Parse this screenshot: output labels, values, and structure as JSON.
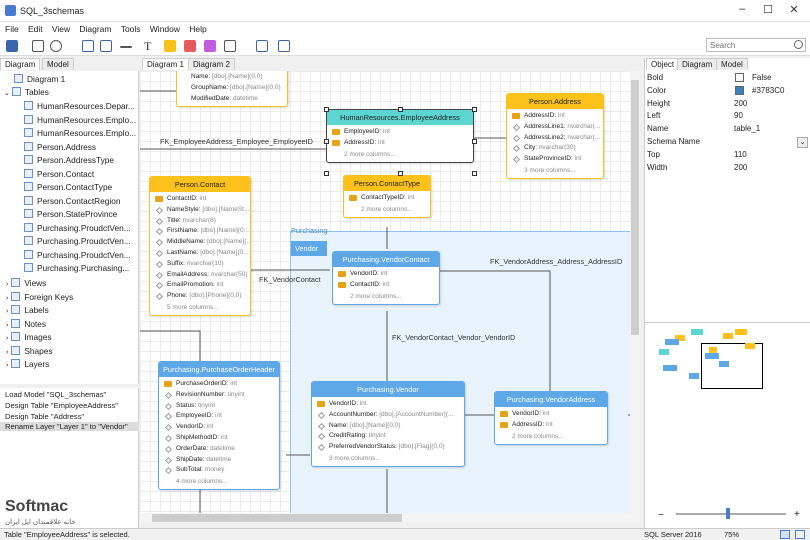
{
  "window": {
    "title": "SQL_3schemas"
  },
  "menu": [
    "File",
    "Edit",
    "View",
    "Diagram",
    "Tools",
    "Window",
    "Help"
  ],
  "search": {
    "placeholder": "Search"
  },
  "left_tabs": [
    "Diagram",
    "Model"
  ],
  "tree": {
    "diagram1": "Diagram 1",
    "tables": "Tables",
    "table_items": [
      "HumanResources.Depar...",
      "HumanResources.Emplo...",
      "HumanResources.Emplo...",
      "Person.Address",
      "Person.AddressType",
      "Person.Contact",
      "Person.ContactType",
      "Person.ContactRegion",
      "Person.StateProvince",
      "Purchasing.ProudctVen...",
      "Purchasing.ProudctVen...",
      "Purchasing.ProudctVen...",
      "Purchasing.Purchasing..."
    ],
    "groups": [
      "Views",
      "Foreign Keys",
      "Labels",
      "Notes",
      "Images",
      "Shapes",
      "Layers"
    ]
  },
  "log": [
    "Load Model \"SQL_3schemas\"",
    "Design Table \"EmployeeAddress\"",
    "Design Table \"Address\"",
    "Rename Layer \"Layer 1\" to \"Vendor\""
  ],
  "brand": {
    "name": "Softmac",
    "tagline": "خانه علاقمندان اپل ایران"
  },
  "center_tabs": [
    "Diagram 1",
    "Diagram 2"
  ],
  "canvas": {
    "top_partial": [
      {
        "n": "Name:",
        "t": "[dbo].[Name](0,0)"
      },
      {
        "n": "GroupName:",
        "t": "[dbo].[Name](0,0)"
      },
      {
        "n": "ModifiedDate:",
        "t": "datetime"
      }
    ],
    "group_purchasing": "Purchasing",
    "layer_vendor": "Vendor",
    "labels": {
      "fk1": "FK_EmployeeAddress_Employee_EmployeeID",
      "fk2": "FK_VendorAddress_Address_AddressID",
      "fk3": "FK_VendorContact",
      "fk4": "FK_VendorContact_Vendor_VendorID"
    },
    "entities": {
      "emp_addr": {
        "title": "HumanResources.EmployeeAddress",
        "rows": [
          {
            "n": "EmployeeID:",
            "t": "int"
          },
          {
            "n": "AddressID:",
            "t": "int"
          }
        ],
        "more": "2 more columns..."
      },
      "address": {
        "title": "Person.Address",
        "rows": [
          {
            "n": "AddressID:",
            "t": "int"
          },
          {
            "n": "AddressLine1:",
            "t": "nvarchar(..."
          },
          {
            "n": "AddressLine2:",
            "t": "nvarchar(..."
          },
          {
            "n": "City:",
            "t": "nvarchar(30)"
          },
          {
            "n": "StateProvinceID:",
            "t": "int"
          }
        ],
        "more": "3 more columns..."
      },
      "contact": {
        "title": "Person.Contact",
        "rows": [
          {
            "n": "ContactID:",
            "t": "int"
          },
          {
            "n": "NameStyle:",
            "t": "[dbo].[NameSt..."
          },
          {
            "n": "Title:",
            "t": "nvarchar(8)"
          },
          {
            "n": "FirstName:",
            "t": "[dbo].[Name](0..."
          },
          {
            "n": "MiddleName:",
            "t": "[dbo].[Name](..."
          },
          {
            "n": "LastName:",
            "t": "[dbo].[Name](0..."
          },
          {
            "n": "Suffix:",
            "t": "nvarchar(10)"
          },
          {
            "n": "EmailAddress:",
            "t": "nvarchar(50)"
          },
          {
            "n": "EmailPromotion:",
            "t": "int"
          },
          {
            "n": "Phone:",
            "t": "[dbo].[Phone](0,0)"
          }
        ],
        "more": "5 more columns..."
      },
      "contact_type": {
        "title": "Person.ContactType",
        "rows": [
          {
            "n": "ContactTypeID:",
            "t": "int"
          }
        ],
        "more": "2 more columns..."
      },
      "vendor_contact": {
        "title": "Purchasing.VendorContact",
        "rows": [
          {
            "n": "VendorID:",
            "t": "int"
          },
          {
            "n": "ContactID:",
            "t": "int"
          }
        ],
        "more": "2 more columns..."
      },
      "poh": {
        "title": "Purchasing.PurchaseOrderHeader",
        "rows": [
          {
            "n": "PurchaseOrderID:",
            "t": "int"
          },
          {
            "n": "RevisionNumber:",
            "t": "tinyint"
          },
          {
            "n": "Status:",
            "t": "tinyint"
          },
          {
            "n": "EmployeeID:",
            "t": "int"
          },
          {
            "n": "VendorID:",
            "t": "int"
          },
          {
            "n": "ShipMethodID:",
            "t": "int"
          },
          {
            "n": "OrderDate:",
            "t": "datetime"
          },
          {
            "n": "ShipDate:",
            "t": "datetime"
          },
          {
            "n": "SubTotal:",
            "t": "money"
          }
        ],
        "more": "4 more columns..."
      },
      "vendor": {
        "title": "Purchasing.Vendor",
        "rows": [
          {
            "n": "VendorID:",
            "t": "int"
          },
          {
            "n": "AccountNumber:",
            "t": "[dbo].[AccountNumber](..."
          },
          {
            "n": "Name:",
            "t": "[dbo].[Name](0,0)"
          },
          {
            "n": "CreditRating:",
            "t": "tinyint"
          },
          {
            "n": "PreferredVendorStatus:",
            "t": "[dbo].[Flag](0,0)"
          }
        ],
        "more": "3 more columns..."
      },
      "vendor_addr": {
        "title": "Purchasing.VendorAddress",
        "rows": [
          {
            "n": "VendorID:",
            "t": "int"
          },
          {
            "n": "AddressID:",
            "t": "int"
          }
        ],
        "more": "2 more columns..."
      }
    }
  },
  "right_tabs": [
    "Object",
    "Diagram",
    "Model"
  ],
  "properties": [
    {
      "k": "Bold",
      "v": "False"
    },
    {
      "k": "Color",
      "v": "#3783C0"
    },
    {
      "k": "Height",
      "v": "200"
    },
    {
      "k": "Left",
      "v": "90"
    },
    {
      "k": "Name",
      "v": "table_1"
    },
    {
      "k": "Schema Name",
      "v": ""
    },
    {
      "k": "Top",
      "v": "110"
    },
    {
      "k": "Width",
      "v": "200"
    }
  ],
  "zoom_slider_value": 0.45,
  "status": {
    "selection": "Table \"EmployeeAddress\" is selected.",
    "db": "SQL Server 2016",
    "zoom": "75%"
  },
  "colors": {
    "yellow": "#fcc21b",
    "blue": "#5ea8e8",
    "cyan": "#5dd6d2",
    "swatch": "#3783C0"
  }
}
